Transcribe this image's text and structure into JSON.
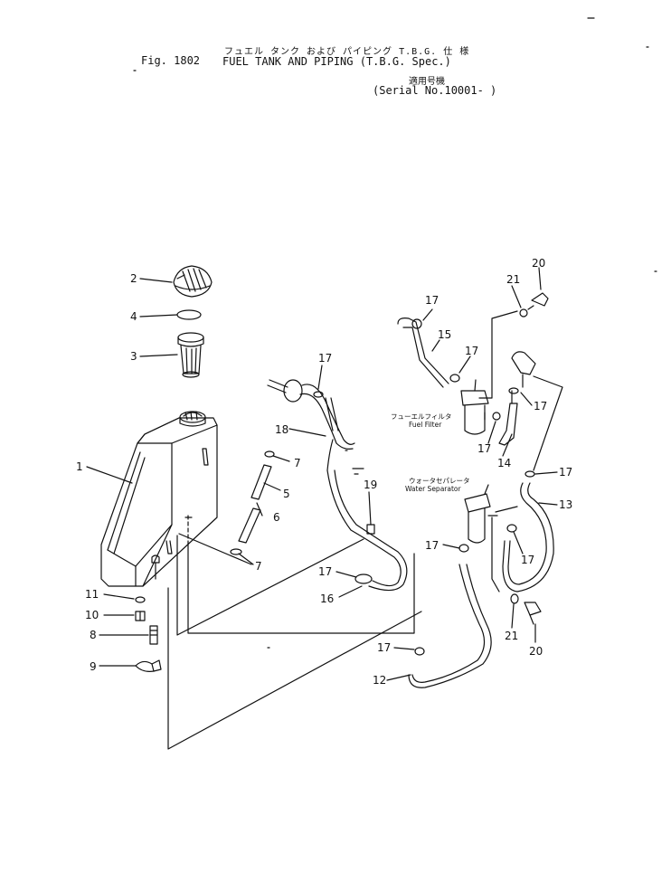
{
  "header": {
    "fig_label": "Fig. 1802",
    "title_jp": "フュエル タンク および パイピング  T.B.G. 仕 様",
    "title_en": "FUEL TANK AND PIPING (T.B.G. Spec.)",
    "serial_jp": "適用号機",
    "serial_en": "(Serial No.10001- )"
  },
  "labels": {
    "fuel_filter_jp": "フューエルフィルタ",
    "fuel_filter_en": "Fuel Filter",
    "water_sep_jp": "ウォータセパレータ",
    "water_sep_en": "Water Separator"
  },
  "callouts": {
    "c1": "1",
    "c2": "2",
    "c3": "3",
    "c4": "4",
    "c5": "5",
    "c6": "6",
    "c7a": "7",
    "c7b": "7",
    "c8": "8",
    "c9": "9",
    "c10": "10",
    "c11": "11",
    "c12": "12",
    "c13": "13",
    "c14": "14",
    "c15": "15",
    "c16": "16",
    "c17a": "17",
    "c17b": "17",
    "c17c": "17",
    "c17d": "17",
    "c17e": "17",
    "c17f": "17",
    "c17g": "17",
    "c17h": "17",
    "c17i": "17",
    "c17j": "17",
    "c18": "18",
    "c19": "19",
    "c20a": "20",
    "c20b": "20",
    "c21a": "21",
    "c21b": "21"
  }
}
